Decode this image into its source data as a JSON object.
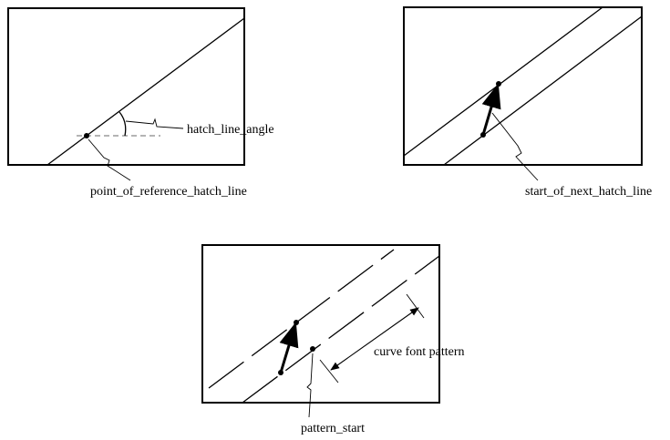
{
  "labels": {
    "hatch_line_angle": "hatch_line_angle",
    "point_of_reference_hatch_line": "point_of_reference_hatch_line",
    "start_of_next_hatch_line": "start_of_next_hatch_line",
    "curve_font_pattern": "curve font pattern",
    "pattern_start": "pattern_start"
  }
}
